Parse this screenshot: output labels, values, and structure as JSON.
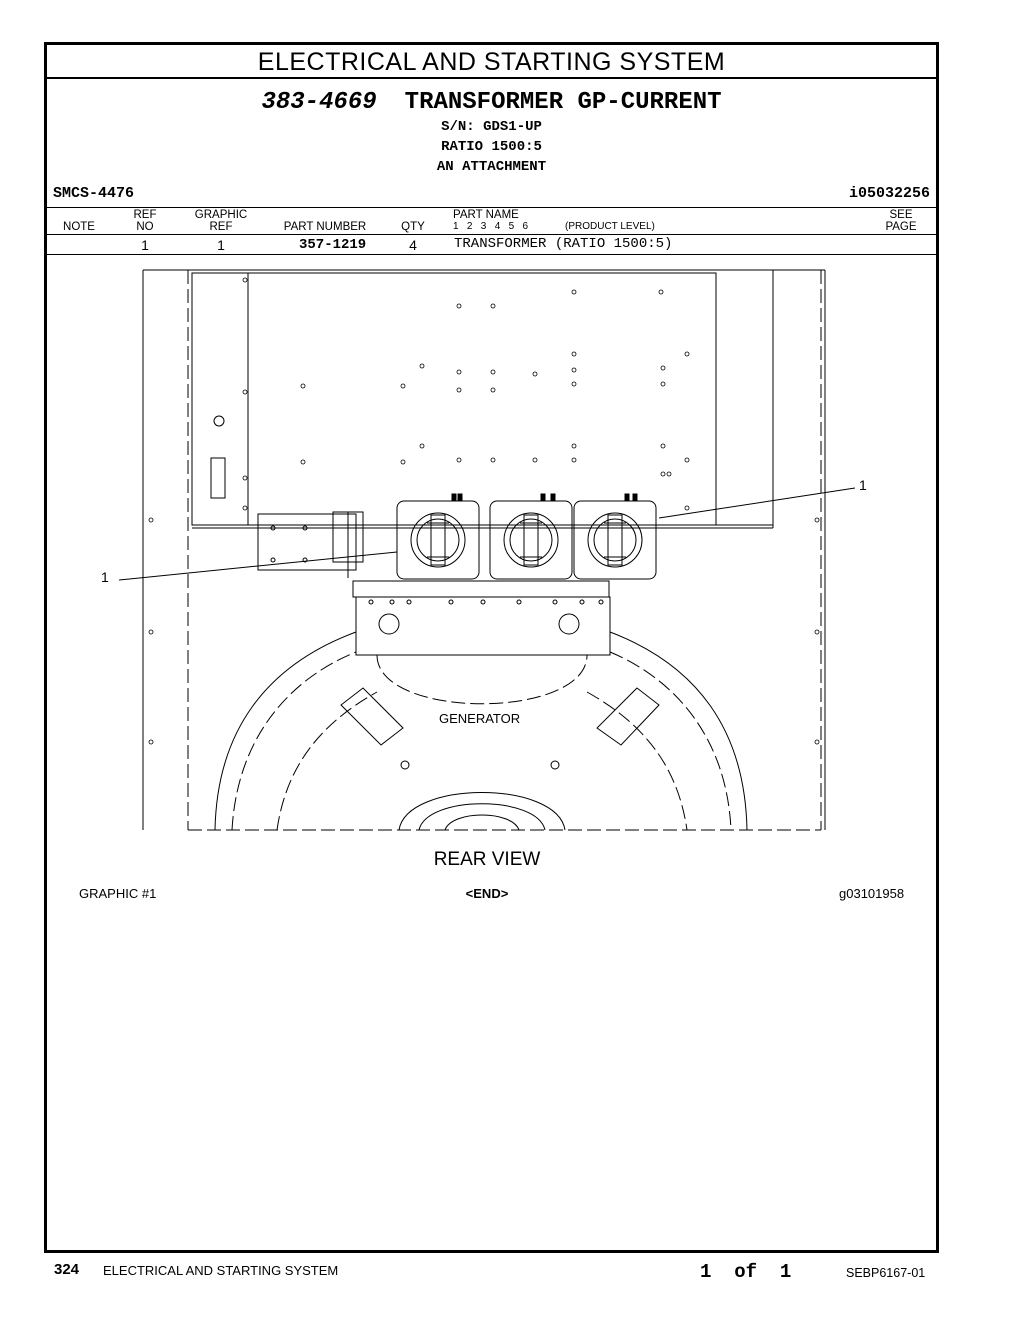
{
  "page": {
    "section_title": "ELECTRICAL AND STARTING SYSTEM",
    "group_number": "383-4669",
    "group_name": "TRANSFORMER GP-CURRENT",
    "serial": "S/N: GDS1-UP",
    "ratio": "RATIO 1500:5",
    "attachment": "AN ATTACHMENT",
    "smcs": "SMCS-4476",
    "illustration_id": "i05032256"
  },
  "table": {
    "headers": {
      "note": "NOTE",
      "ref_no_1": "REF",
      "ref_no_2": "NO",
      "graphic_ref_1": "GRAPHIC",
      "graphic_ref_2": "REF",
      "part_number": "PART NUMBER",
      "qty": "QTY",
      "part_name": "PART NAME",
      "levels": "1   2   3   4   5   6",
      "product_level": "(PRODUCT LEVEL)",
      "see_page_1": "SEE",
      "see_page_2": "PAGE"
    },
    "rows": [
      {
        "ref_no": "1",
        "graphic_ref": "1",
        "part_number": "357-1219",
        "qty": "4",
        "part_name": "TRANSFORMER (RATIO 1500:5)"
      }
    ]
  },
  "graphic": {
    "callout_right": "1",
    "callout_left": "1",
    "generator_label": "GENERATOR",
    "view_label": "REAR VIEW",
    "graphic_number": "GRAPHIC #1",
    "end_marker": "<END>",
    "graphic_id": "g03101958"
  },
  "footer": {
    "page_number": "324",
    "section": "ELECTRICAL AND STARTING SYSTEM",
    "page_count": "1  of  1",
    "document_id": "SEBP6167-01"
  }
}
